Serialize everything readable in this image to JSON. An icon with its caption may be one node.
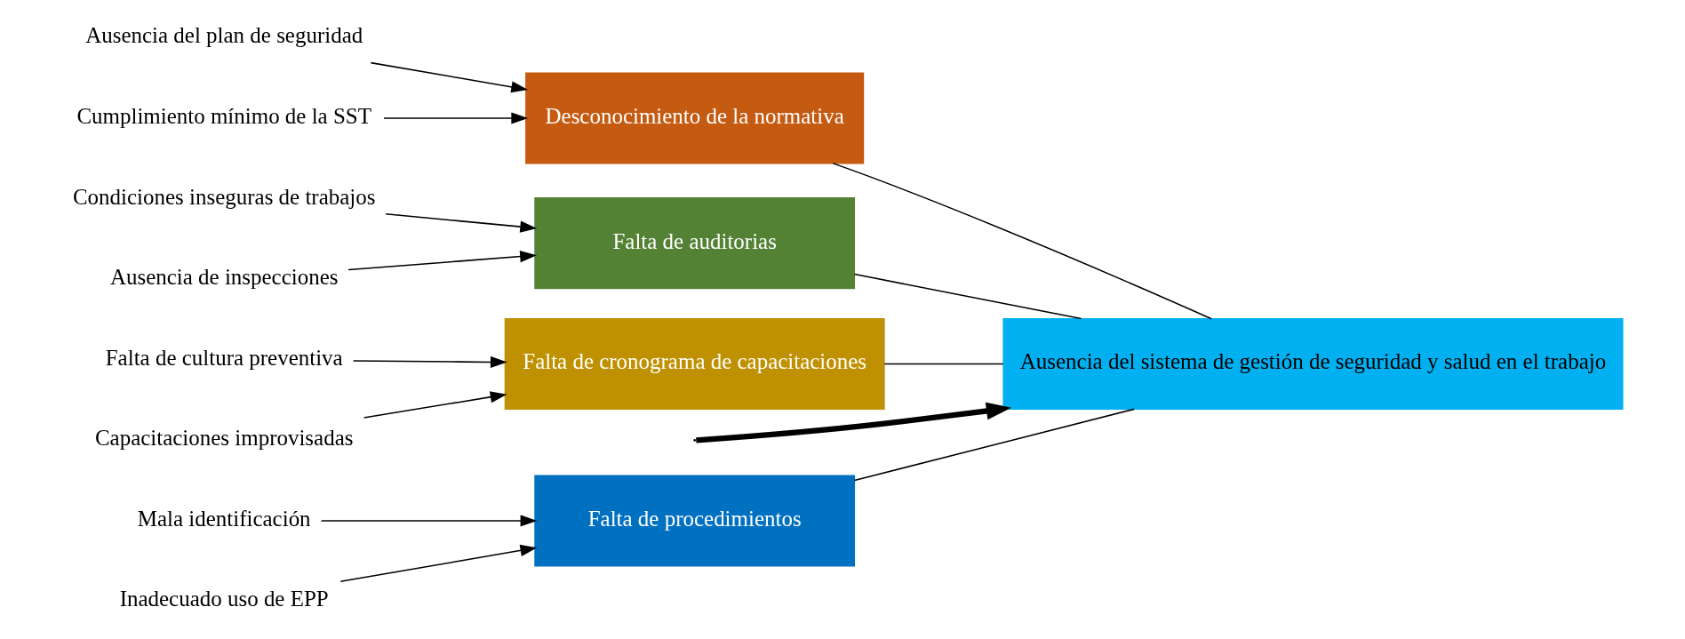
{
  "diagram": {
    "nodes": [
      {
        "text": [
          "Falta de procedimientos"
        ]
      },
      {
        "text": [
          "Desconocimiento de la normativa"
        ]
      },
      {
        "text": [
          "Mala identificación"
        ]
      },
      {
        "text": [
          "Ausencia del plan de seguridad"
        ]
      },
      {
        "text": [
          "Inadecuado uso de EPP"
        ]
      },
      {
        "text": [
          "Cumplimiento mínimo de la SST"
        ]
      },
      {
        "text": [
          "Ausencia del sistema de gestión de seguridad y salud en el trabajo"
        ]
      },
      {
        "text": [
          "Condiciones inseguras de trabajos"
        ]
      },
      {
        "text": [
          "Falta de cultura preventiva"
        ]
      },
      {
        "text": [
          "Ausencia de inspecciones"
        ]
      },
      {
        "text": [
          "Capacitaciones improvisadas"
        ]
      },
      {
        "text": [
          "Falta de auditorias"
        ]
      },
      {
        "text": [
          "Falta de cronograma de capacitaciones"
        ]
      }
    ],
    "edges": [
      {
        "from": 2,
        "to": 0,
        "arrow": "to"
      },
      {
        "from": 4,
        "to": 0,
        "arrow": "to"
      },
      {
        "from": 3,
        "to": 1,
        "arrow": "to"
      },
      {
        "from": 5,
        "to": 1,
        "arrow": "to"
      },
      {
        "from": 7,
        "to": 11,
        "arrow": "to"
      },
      {
        "from": 9,
        "to": 11,
        "arrow": "to"
      },
      {
        "from": 8,
        "to": 12,
        "arrow": "to"
      },
      {
        "from": 10,
        "to": 12,
        "arrow": "to"
      },
      {
        "from": 0,
        "to": 6,
        "arrow": "none"
      },
      {
        "from": 1,
        "to": 6,
        "arrow": "none"
      },
      {
        "from": 11,
        "to": 6,
        "arrow": "none"
      },
      {
        "from": 12,
        "to": 6,
        "arrow": "none"
      },
      {
        "from": null,
        "to": 6,
        "arrow": "to",
        "style": "thick"
      }
    ]
  }
}
